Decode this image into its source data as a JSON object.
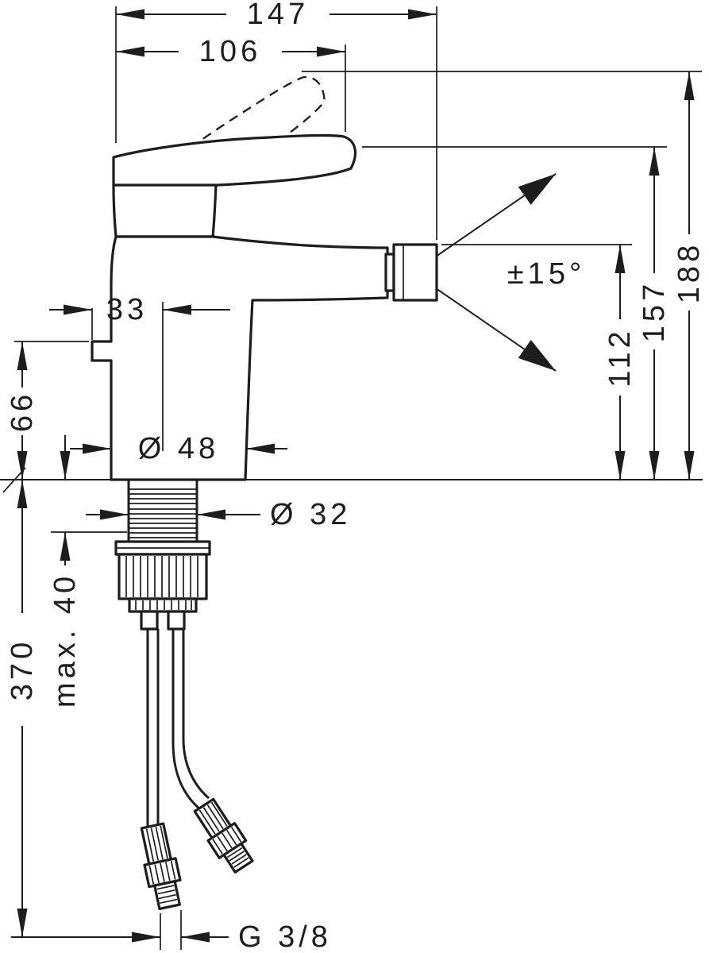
{
  "drawing": {
    "type": "technical-dimension-drawing",
    "subject": "single-lever bidet/basin mixer, side elevation with mounting parts",
    "dimensions": {
      "total_width": "147",
      "handle_width": "106",
      "handle_offset": "33",
      "pin_height": "66",
      "body_diameter": "Ø 48",
      "shank_diameter": "Ø 32",
      "max_mounting_thickness": "max. 40",
      "hose_length": "370",
      "spout_height": "112",
      "handle_min_height": "157",
      "total_height": "188",
      "handle_swivel_angle": "±15°",
      "connection_thread": "G 3/8"
    },
    "colors": {
      "line": "#1d1d1b",
      "background": "#ffffff"
    }
  }
}
